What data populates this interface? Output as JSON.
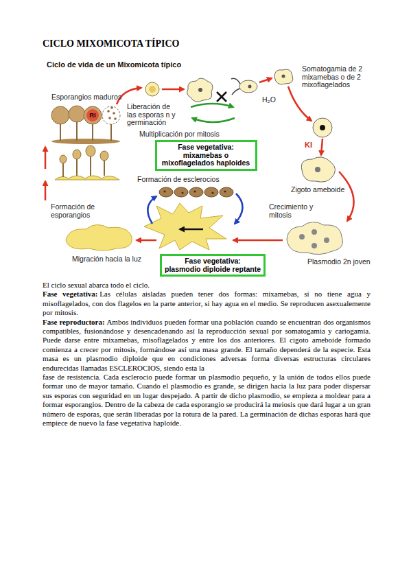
{
  "diagram": {
    "title": "CICLO MIXOMICOTA TÍPICO",
    "nodes": [
      {
        "text": [
          "RI"
        ]
      },
      {
        "text": [
          "Fase vegetativa:",
          "mixamebas o mixoflagelados haploides"
        ]
      },
      {
        "text": [
          "Fase vegetativa:",
          "plasmodio diploide reptante"
        ]
      }
    ],
    "labels": [
      "Ciclo de vida de un Mixomicota típico",
      "Esporangios maduros",
      "Liberación de las esporas n y germinación",
      "Somatogamia de 2 mixamebas o de 2 mixoflagelados",
      "H₂O",
      "Multiplicación por mitosis",
      "KI",
      "Formación de esclerocios",
      "Zigoto ameboide",
      "Formación de esporangios",
      "Crecimiento y mitosis",
      "Migración hacia la luz",
      "Plasmodio 2n joven",
      "El ciclo sexual abarca todo el ciclo.",
      "Fase vegetativa:",
      "Las células aisladas pueden tener dos formas: mixamebas, si no tiene agua y misoflagelados, con dos flagelos en la parte anterior, si hay agua en el medio. Se reproducen asexualemente por mitosis.",
      "Fase reproductora:",
      "Ambos individuos pueden formar una población cuando se encuentran dos organismos compatibles, fusionándose y desencadenando así la reproducción sexual por somatogamia y cariogamia. Puede darse entre mixamebas, misoflagelados y entre los dos anteriores. El cigoto ameboide formado comienza a crecer por mitosis, formándose así una masa grande. El tamaño dependerá de la especie. Esta masa es un plasmodio diploide que en condiciones adversas forma diversas estructuras circulares endurecidas llamadas ESCLEROCIOS, siendo esta la",
      "fase de resistencia. Cada esclerocio puede formar un plasmodio pequeño, y la unión de todos ellos puede formar uno de mayor tamaño. Cuando el plasmodio es grande, se dirigen hacia la luz para poder dispersar sus esporas con seguridad en un lugar despejado. A partir de dicho plasmodio, se empieza a moldear para a formar esporangios. Dentro de la cabeza de cada esporangio se producirá la meiosis que dará lugar a un gran número de esporas, que serán liberadas por la rotura de la pared. La germinación de dichas esporas hará que empiece de nuevo la fase vegetativa haploide."
    ]
  }
}
